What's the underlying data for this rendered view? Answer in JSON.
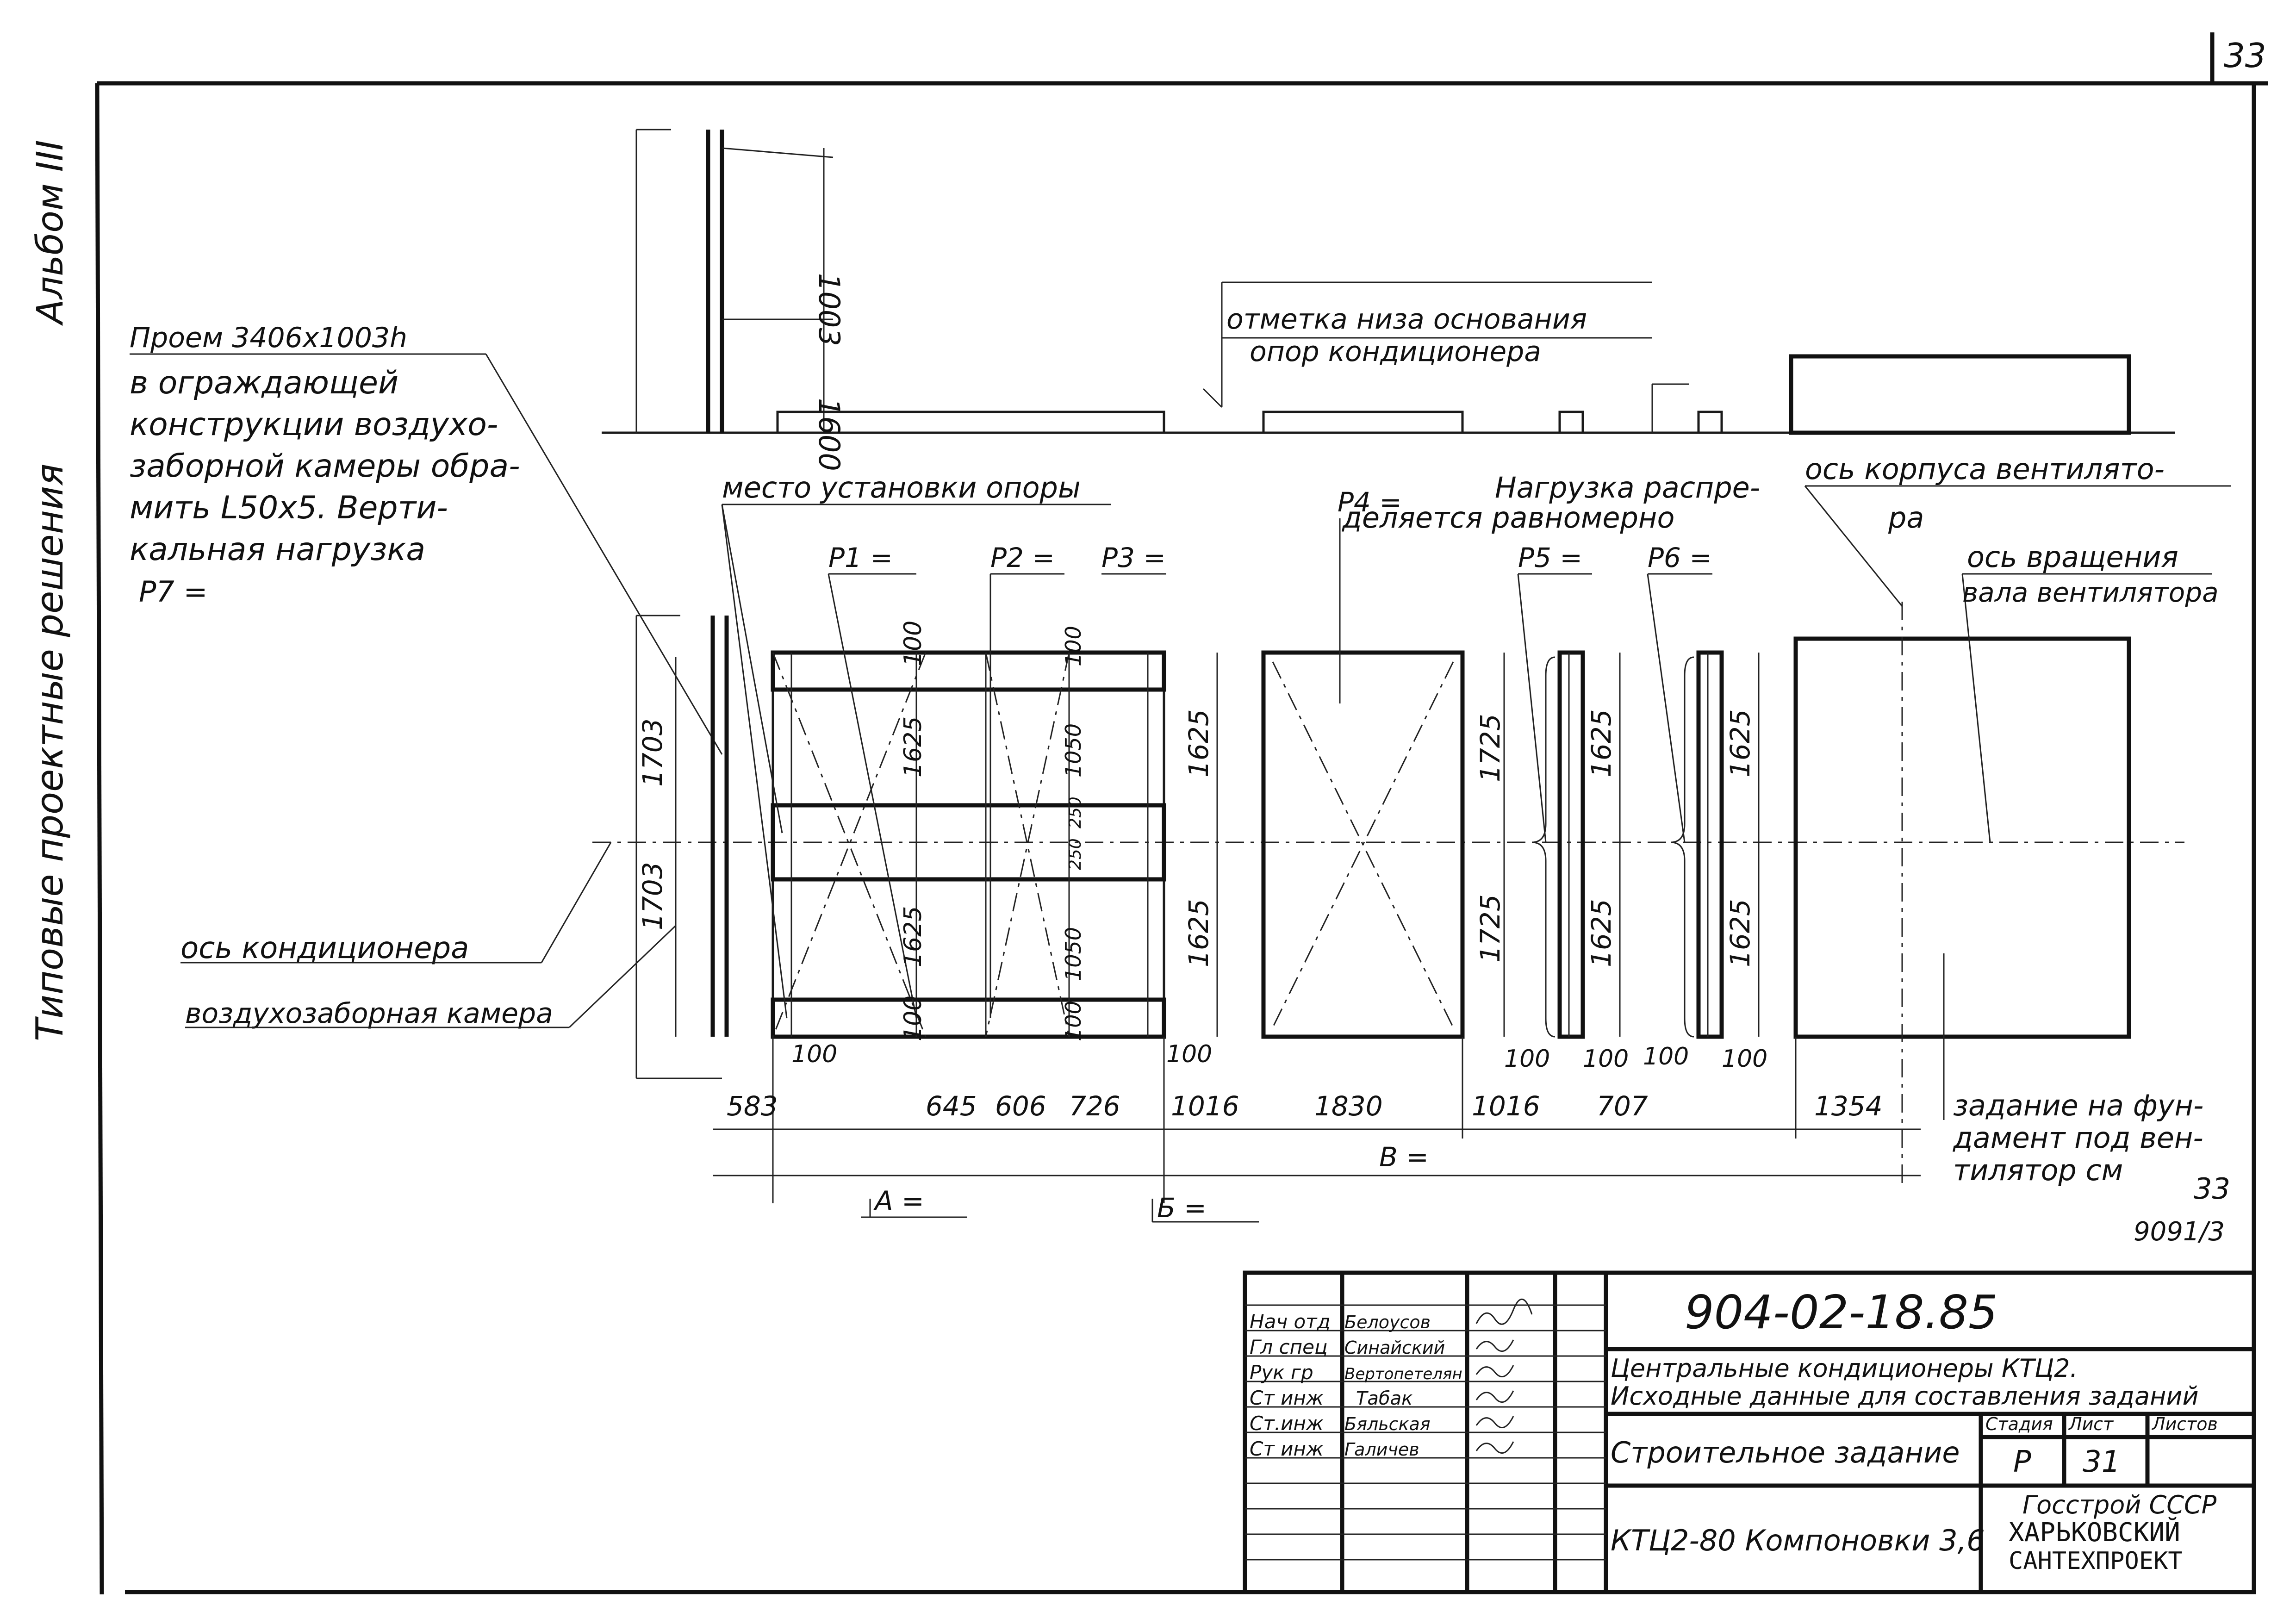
{
  "sheet": {
    "page_number": "33",
    "album": "Альбом III",
    "series": "Типовые проектные решения"
  },
  "notes": {
    "opening_l1": "Проем 3406х1003h",
    "opening_l2": "в ограждающей",
    "opening_l3": "конструкции воздухо-",
    "opening_l4": "заборной камеры обра-",
    "opening_l5": "мить L50х5. Верти-",
    "opening_l6": "кальная нагрузка",
    "opening_l7": "P7 =",
    "base_mark_l1": "отметка низа основания",
    "base_mark_l2": "опор кондиционера",
    "support_place": "место установки опоры",
    "p4": "P4 =",
    "load_l1": "Нагрузка распре-",
    "load_l2": "деляется равномерно",
    "fan_axis_l1": "ось корпуса вентилято-",
    "fan_axis_l2": "ра",
    "rot_axis_l1": "ось вращения",
    "rot_axis_l2": "вала вентилятора",
    "ac_axis": "ось кондиционера",
    "intake": "воздухозаборная камера",
    "task_l1": "задание на фун-",
    "task_l2": "дамент под вен-",
    "task_l3": "тилятор см",
    "task_ref_num": "33",
    "task_ref_den": "9091/3"
  },
  "labels": {
    "p1": "P1 =",
    "p2": "P2 =",
    "p3": "P3 =",
    "p5": "P5 =",
    "p6": "P6 =",
    "a": "A =",
    "b_cyr": "Б =",
    "v": "В ="
  },
  "dims": {
    "d1003": "1003",
    "d1600": "1600",
    "d1703a": "1703",
    "d1703b": "1703",
    "d100": "100",
    "d1625": "1625",
    "d1050": "1050",
    "d250": "250",
    "d1725": "1725",
    "d583": "583",
    "d645": "645",
    "d606": "606",
    "d726": "726",
    "d1016": "1016",
    "d1830": "1830",
    "d707": "707",
    "d1354": "1354"
  },
  "title_block": {
    "roles": [
      "Нач отд",
      "Гл спец",
      "Рук гр",
      "Ст инж",
      "Ст.инж",
      "Ст инж"
    ],
    "names": [
      "Белоусов",
      "Синайский",
      "Вертопетелян",
      "Табак",
      "Бяльская",
      "Галичев"
    ],
    "doc_code": "904-02-18.85",
    "title_l1": "Центральные кондиционеры КТЦ2.",
    "title_l2": "Исходные данные для составления заданий",
    "section": "Строительное задание",
    "stage_head": "Стадия",
    "sheet_head": "Лист",
    "sheets_head": "Листов",
    "stage": "Р",
    "sheet_no": "31",
    "layout": "КТЦ2-80 Компоновки 3,6",
    "org_l1": "Госстрой СССР",
    "org_l2": "ХАРЬКОВСКИЙ",
    "org_l3": "САНТЕХПРОЕКТ"
  }
}
